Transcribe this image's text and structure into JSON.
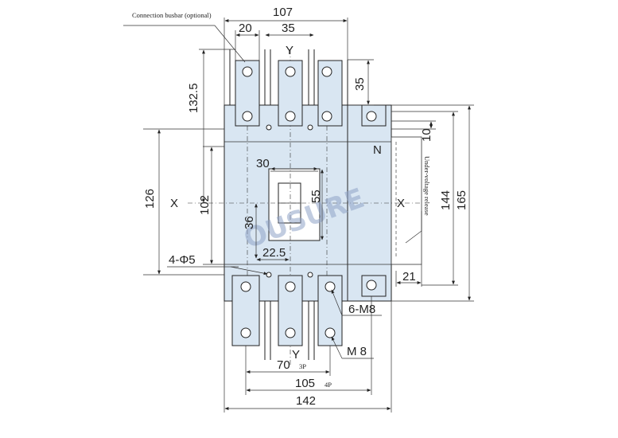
{
  "labels": {
    "connection_busbar": "Connection busbar (optional)",
    "under_voltage": "Under-voltage release",
    "pole_3": "3P",
    "pole_4": "4P",
    "watermark": "OUSURE",
    "neutral": "N",
    "axis_x": "X",
    "axis_y": "Y"
  },
  "dimensions": {
    "width_total_top": "107",
    "busbar_width": "20",
    "pole_pitch": "35",
    "busbar_length": "35",
    "height_1325": "132.5",
    "offset_10": "10",
    "height_126": "126",
    "height_102": "102",
    "handle_width": "30",
    "handle_height": "55",
    "handle_offset_36": "36",
    "handle_offset_225": "22.5",
    "height_144": "144",
    "height_165": "165",
    "mount_holes": "4-Φ5",
    "offset_21": "21",
    "terminal_screws": "6-M8",
    "busbar_screw": "M 8",
    "spacing_3p": "70",
    "spacing_4p": "105",
    "width_total_bottom": "142"
  },
  "colors": {
    "body_fill": "#d9e6f2",
    "watermark": "#8fa3c8",
    "line": "#222222"
  }
}
